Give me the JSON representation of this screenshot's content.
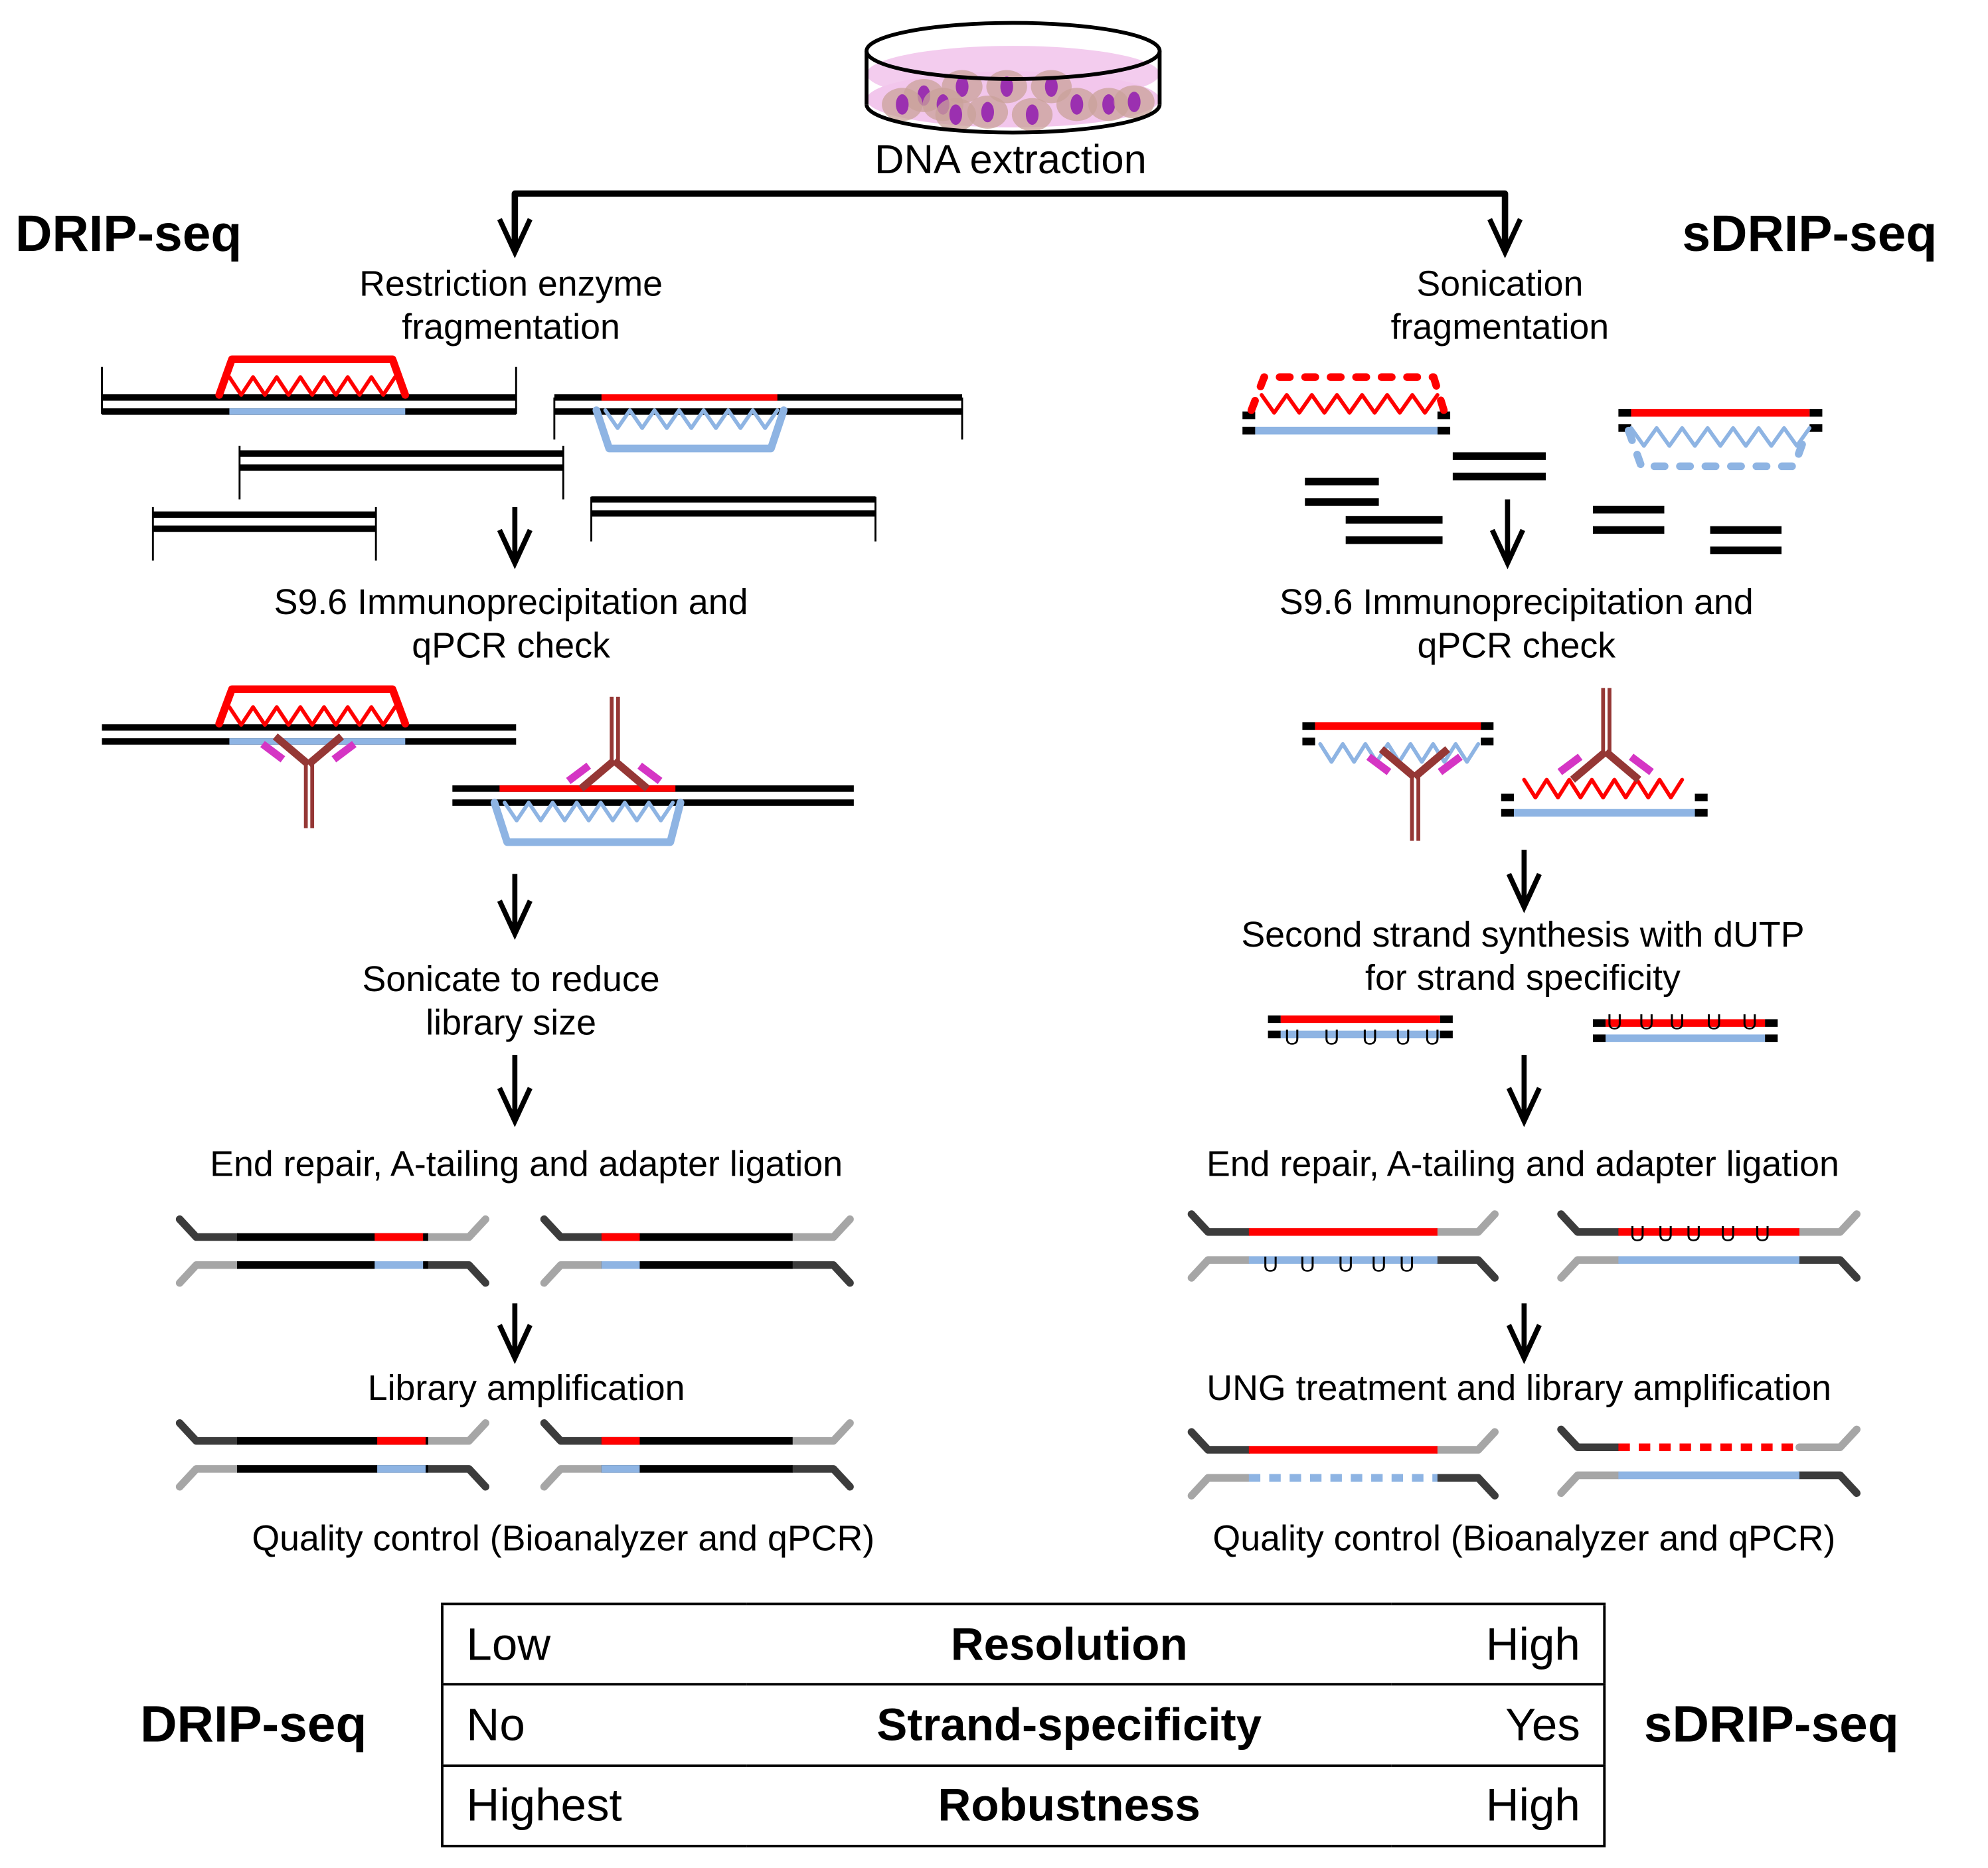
{
  "start": {
    "label": "DNA extraction",
    "icon": "petri-dish-with-cells"
  },
  "methods": {
    "left_title": "DRIP-seq",
    "right_title": "sDRIP-seq"
  },
  "drip_seq": {
    "steps": [
      {
        "label": "Restriction enzyme\nfragmentation",
        "lines": [
          "Restriction enzyme",
          "fragmentation"
        ]
      },
      {
        "lines": [
          "S9.6 Immunoprecipitation and",
          "qPCR check"
        ]
      },
      {
        "lines": [
          "Sonicate to reduce",
          "library size"
        ]
      },
      {
        "lines": [
          "End repair, A-tailing and adapter ligation"
        ]
      },
      {
        "lines": [
          "Library amplification"
        ]
      },
      {
        "lines": [
          "Quality control (Bioanalyzer and qPCR)"
        ]
      }
    ]
  },
  "sdrip_seq": {
    "steps": [
      {
        "lines": [
          "Sonication",
          "fragmentation"
        ]
      },
      {
        "lines": [
          "S9.6 Immunoprecipitation and",
          "qPCR check"
        ]
      },
      {
        "lines": [
          "Second strand synthesis with dUTP",
          "for strand specificity"
        ]
      },
      {
        "lines": [
          "End repair, A-tailing and adapter ligation"
        ]
      },
      {
        "lines": [
          "UNG treatment and library amplification"
        ]
      },
      {
        "lines": [
          "Quality control (Bioanalyzer and qPCR)"
        ]
      }
    ],
    "uracil_marker": "U"
  },
  "comparison": {
    "left_label": "DRIP-seq",
    "right_label": "sDRIP-seq",
    "rows": [
      {
        "left": "Low",
        "feature": "Resolution",
        "right": "High"
      },
      {
        "left": "No",
        "feature": "Strand-specificity",
        "right": "Yes"
      },
      {
        "left": "Highest",
        "feature": "Robustness",
        "right": "High"
      }
    ]
  },
  "colors": {
    "rna_strand": "#ff0000",
    "dna_template": "#8eb4e3",
    "dna_duplex": "#000000",
    "antibody": "#953735",
    "antibody_light_chain": "#d535c4",
    "adapter_dark": "#3c3c3c",
    "adapter_light": "#a6a6a6",
    "dish_medium": "#f2c6ec",
    "cell_nucleus": "#9b30b0"
  }
}
